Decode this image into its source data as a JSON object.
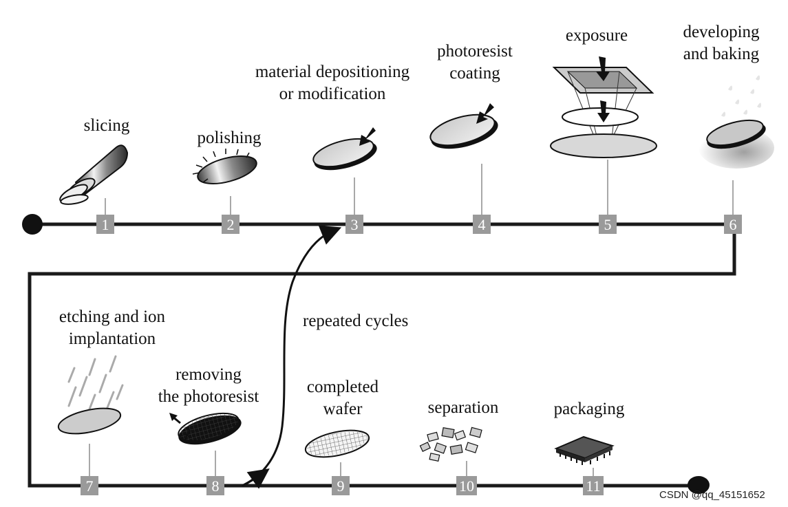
{
  "steps": [
    {
      "number": "1",
      "label_lines": [
        "slicing"
      ],
      "icon": "ingot-slicing-icon"
    },
    {
      "number": "2",
      "label_lines": [
        "polishing"
      ],
      "icon": "polished-wafer-icon"
    },
    {
      "number": "3",
      "label_lines": [
        "material depositioning",
        "or modification"
      ],
      "icon": "deposition-wafer-icon"
    },
    {
      "number": "4",
      "label_lines": [
        "photoresist",
        "coating"
      ],
      "icon": "photoresist-wafer-icon"
    },
    {
      "number": "5",
      "label_lines": [
        "exposure"
      ],
      "icon": "exposure-mask-icon"
    },
    {
      "number": "6",
      "label_lines": [
        "developing",
        "and baking"
      ],
      "icon": "developing-wafer-icon"
    },
    {
      "number": "7",
      "label_lines": [
        "etching and ion",
        "implantation"
      ],
      "icon": "etching-wafer-icon"
    },
    {
      "number": "8",
      "label_lines": [
        "removing",
        "the photoresist"
      ],
      "icon": "resist-removal-wafer-icon"
    },
    {
      "number": "9",
      "label_lines": [
        "completed",
        "wafer"
      ],
      "icon": "completed-wafer-icon"
    },
    {
      "number": "10",
      "label_lines": [
        "separation"
      ],
      "icon": "separated-dies-icon"
    },
    {
      "number": "11",
      "label_lines": [
        "packaging"
      ],
      "icon": "packaged-chip-icon"
    }
  ],
  "loop_label": "repeated cycles",
  "watermark": "CSDN @qq_45151652",
  "colors": {
    "line": "#1a1a1a",
    "number_box": "#9a9a9a",
    "wafer": "#d9d9d9"
  }
}
